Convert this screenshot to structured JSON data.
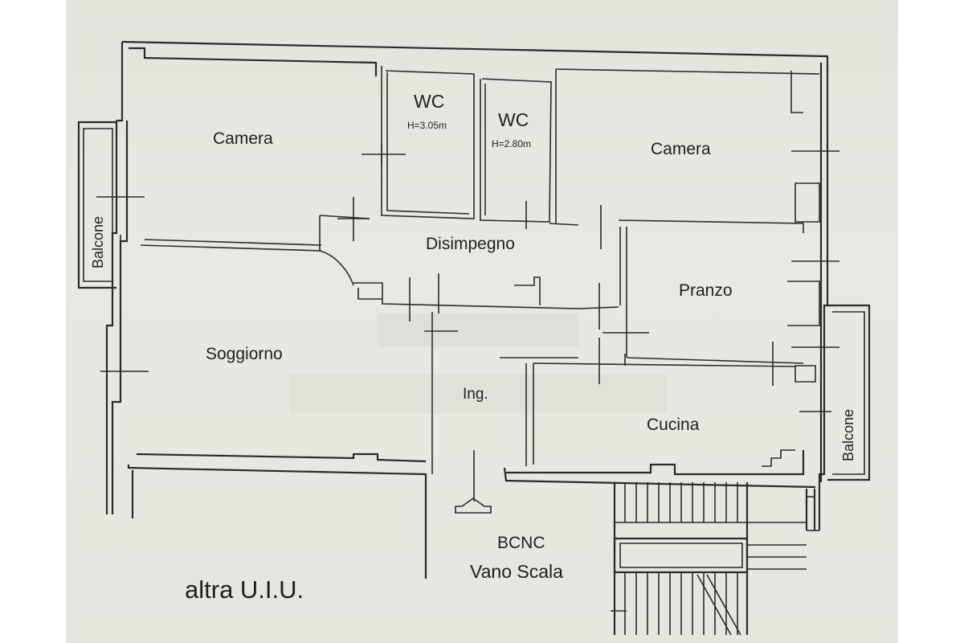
{
  "rooms": {
    "camera_left": "Camera",
    "wc_left": "WC",
    "wc_left_height": "H=3.05m",
    "wc_right": "WC",
    "wc_right_height": "H=2.80m",
    "camera_right": "Camera",
    "balcone_left": "Balcone",
    "disimpegno": "Disimpegno",
    "pranzo": "Pranzo",
    "soggiorno": "Soggiorno",
    "ingresso": "Ing.",
    "cucina": "Cucina",
    "balcone_right": "Balcone",
    "bcnc": "BCNC",
    "vano_scala": "Vano Scala",
    "altra_uiu": "altra U.I.U."
  }
}
